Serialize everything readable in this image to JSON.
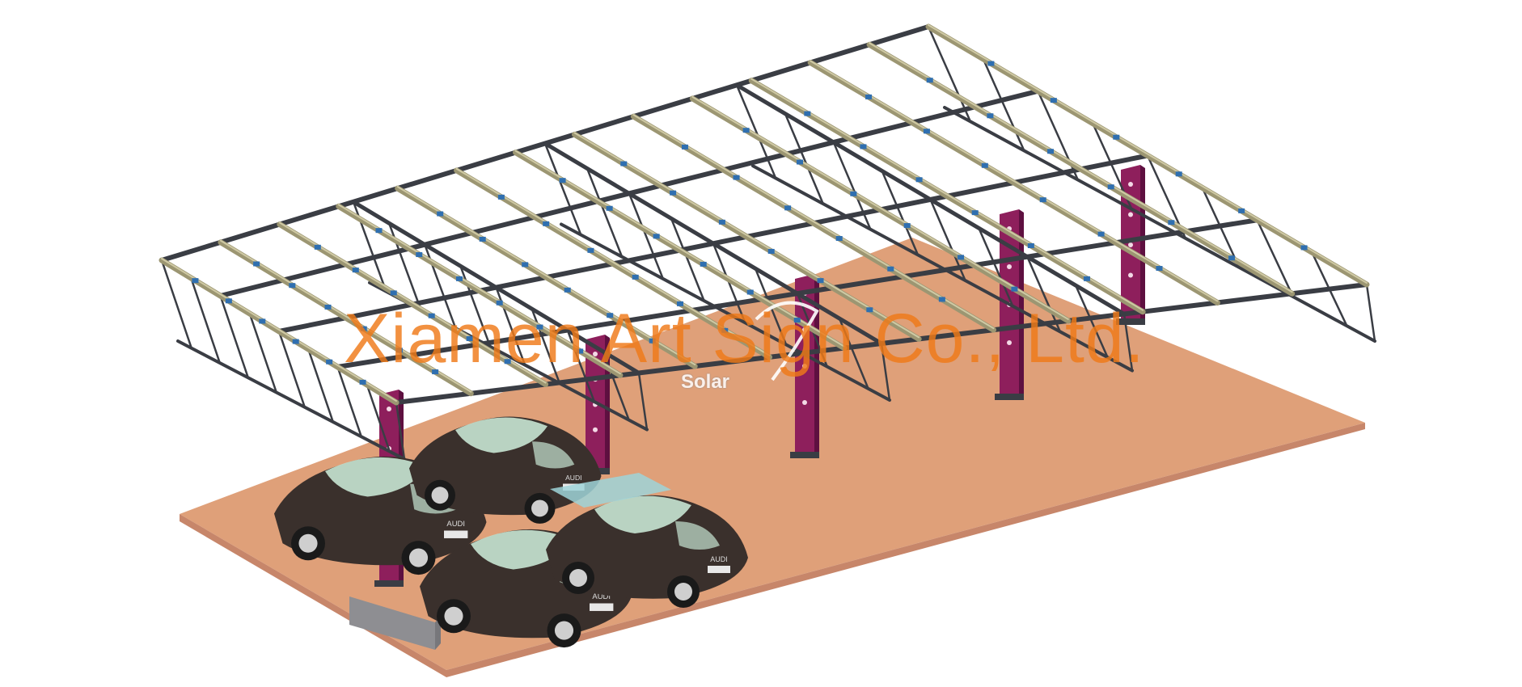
{
  "image": {
    "subject": "solar-carport-structure",
    "watermark_text": "Xiamen Art Sign Co., Ltd.",
    "logo_sub_text": "Solar",
    "car_badge_text": "AUDI"
  },
  "colors": {
    "ground": "#dfa079",
    "ground_edge": "#c7866a",
    "pedestal": "#8e8e92",
    "column": "#8e1f5c",
    "column_dark": "#5e1040",
    "truss": "#3a3d44",
    "rail": "#9c9672",
    "rail_light": "#cfc9a4",
    "bracket": "#2f6fb0",
    "car_body": "#3a302c",
    "car_glass": "#c8e6d3",
    "panel": "#9fd3d8",
    "watermark": "#f07a18"
  },
  "icons": {
    "logo": "solar-logo-icon",
    "car": "car-icon"
  }
}
